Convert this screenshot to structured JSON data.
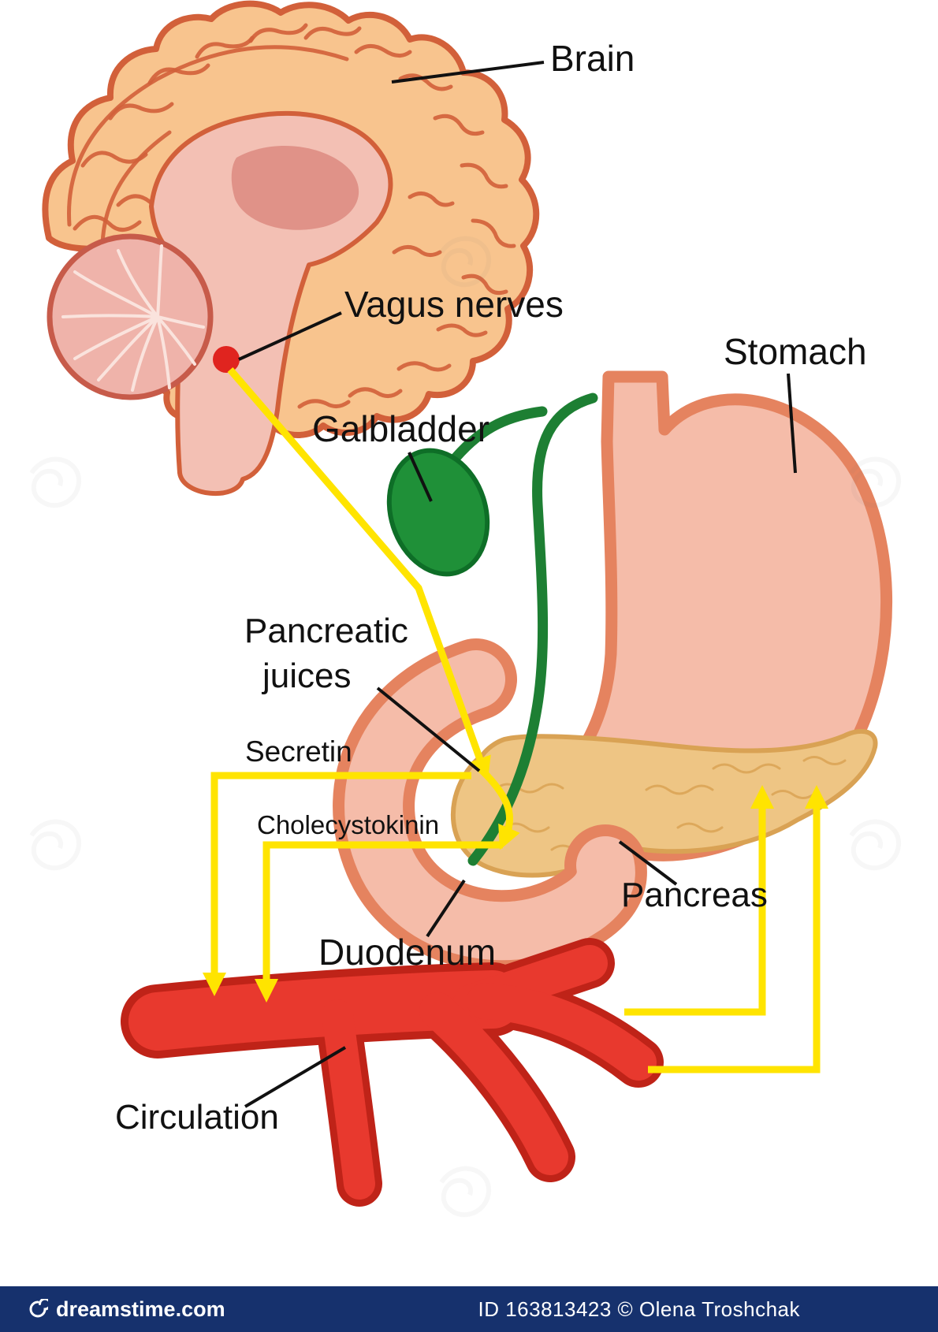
{
  "diagram": {
    "labels": {
      "brain": "Brain",
      "vagus_nerves": "Vagus nerves",
      "stomach": "Stomach",
      "galbladder": "Galbladder",
      "pancreatic_line1": "Pancreatic",
      "pancreatic_line2": "juices",
      "secretin": "Secretin",
      "cholecystokinin": "Cholecystokinin",
      "pancreas": "Pancreas",
      "duodenum": "Duodenum",
      "circulation": "Circulation"
    }
  },
  "footer": {
    "credit": "ID 163813423 © Olena Troshchak",
    "site": "dreamstime.com"
  },
  "colors": {
    "brain_fill": "#f8c48e",
    "brain_outline": "#d2603a",
    "inner_brain_fill": "#f3c0b4",
    "inner_brain_accent": "#e09288",
    "cerebellum_fill": "#efb3aa",
    "cerebellum_outline": "#c75b4a",
    "cerebellum_texture": "#fae3dd",
    "stomach_fill": "#f5bca9",
    "stomach_outline": "#e5835f",
    "pancreas_fill": "#eec584",
    "pancreas_outline": "#d9a254",
    "gallbladder_fill": "#1f9038",
    "gallbladder_outline": "#0e6e27",
    "duct_color": "#1d7f33",
    "vessel_fill": "#e8392e",
    "vessel_outline": "#bf2318",
    "signal_yellow": "#ffe400",
    "dot_red": "#e0241f",
    "label_color": "#111111",
    "footer_bg": "#16316d",
    "footer_text": "#ffffff"
  }
}
